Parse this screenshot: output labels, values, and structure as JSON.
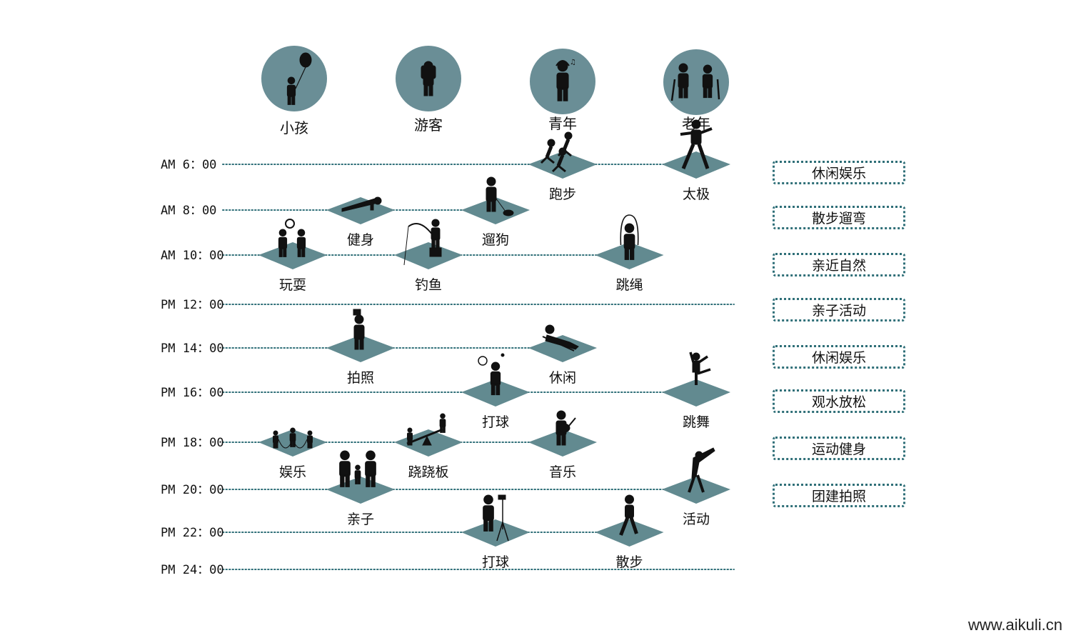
{
  "groups": [
    "小孩",
    "游客",
    "青年",
    "老年"
  ],
  "times": [
    "AM 6：00",
    "AM 8：00",
    "AM 10：00",
    "PM 12：00",
    "PM 14：00",
    "PM 16：00",
    "PM 18：00",
    "PM 20：00",
    "PM 22：00",
    "PM 24：00"
  ],
  "activities": [
    {
      "label": "跑步",
      "time": 0,
      "group": 2,
      "icon": "running-people-icon"
    },
    {
      "label": "太极",
      "time": 0,
      "group": 3,
      "icon": "tai-chi-icon"
    },
    {
      "label": "健身",
      "time": 1,
      "group": 0.5,
      "icon": "pushup-icon"
    },
    {
      "label": "遛狗",
      "time": 1,
      "group": 1.5,
      "icon": "dog-walking-icon"
    },
    {
      "label": "玩耍",
      "time": 2,
      "group": 0,
      "icon": "kids-playing-ball-icon"
    },
    {
      "label": "钓鱼",
      "time": 2,
      "group": 1,
      "icon": "fishing-icon"
    },
    {
      "label": "跳绳",
      "time": 2,
      "group": 2.5,
      "icon": "jump-rope-icon"
    },
    {
      "label": "拍照",
      "time": 4,
      "group": 0.5,
      "icon": "photographer-icon"
    },
    {
      "label": "休闲",
      "time": 4,
      "group": 2,
      "icon": "reclining-person-icon"
    },
    {
      "label": "打球",
      "time": 5,
      "group": 1.5,
      "icon": "tennis-player-icon"
    },
    {
      "label": "跳舞",
      "time": 5,
      "group": 3,
      "icon": "dancer-icon"
    },
    {
      "label": "娱乐",
      "time": 6,
      "group": 0,
      "icon": "children-dancing-icon"
    },
    {
      "label": "跷跷板",
      "time": 6,
      "group": 1,
      "icon": "seesaw-icon"
    },
    {
      "label": "音乐",
      "time": 6,
      "group": 2,
      "icon": "guitar-player-icon"
    },
    {
      "label": "亲子",
      "time": 7,
      "group": 0.5,
      "icon": "family-icon"
    },
    {
      "label": "活动",
      "time": 7,
      "group": 3,
      "icon": "stretching-icon"
    },
    {
      "label": "打球",
      "time": 8,
      "group": 1.5,
      "icon": "camera-tripod-icon"
    },
    {
      "label": "散步",
      "time": 8,
      "group": 2.5,
      "icon": "walking-person-icon"
    }
  ],
  "legend": [
    "休闲娱乐",
    "散步遛弯",
    "亲近自然",
    "亲子活动",
    "休闲娱乐",
    "观水放松",
    "运动健身",
    "团建拍照"
  ],
  "colors": {
    "circle": "#6a8e96",
    "diamond": "#628a90",
    "dots": "#2f6f78"
  },
  "watermark": "www.aikuli.cn"
}
